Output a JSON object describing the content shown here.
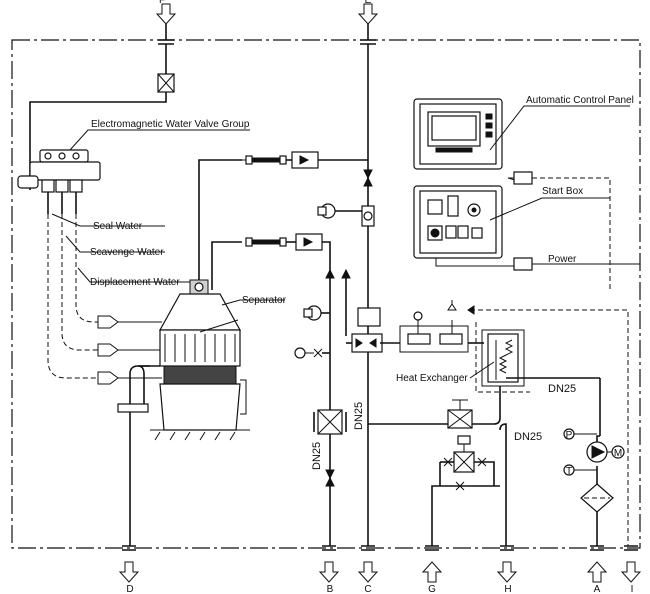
{
  "ports": {
    "F": "F",
    "E": "E",
    "D": "D",
    "B": "B",
    "C": "C",
    "G": "G",
    "H": "H",
    "A": "A",
    "I": "I"
  },
  "labels": {
    "valve_group": "Electromagnetic Water Valve Group",
    "seal_water": "Seal Water",
    "scavenge_water": "Scavenge Water",
    "displacement_water": "Displacement Water",
    "separator": "Separator",
    "control_panel": "Automatic Control Panel",
    "start_box": "Start Box",
    "power": "Power",
    "heat_exchanger": "Heat Exchanger",
    "dn25_left": "DN25",
    "dn25_center": "DN25",
    "dn25_right_upper": "DN25",
    "dn25_right_lower": "DN25"
  },
  "instruments": {
    "pressure_gauge": "P",
    "temperature_gauge": "T",
    "motor": "M"
  }
}
